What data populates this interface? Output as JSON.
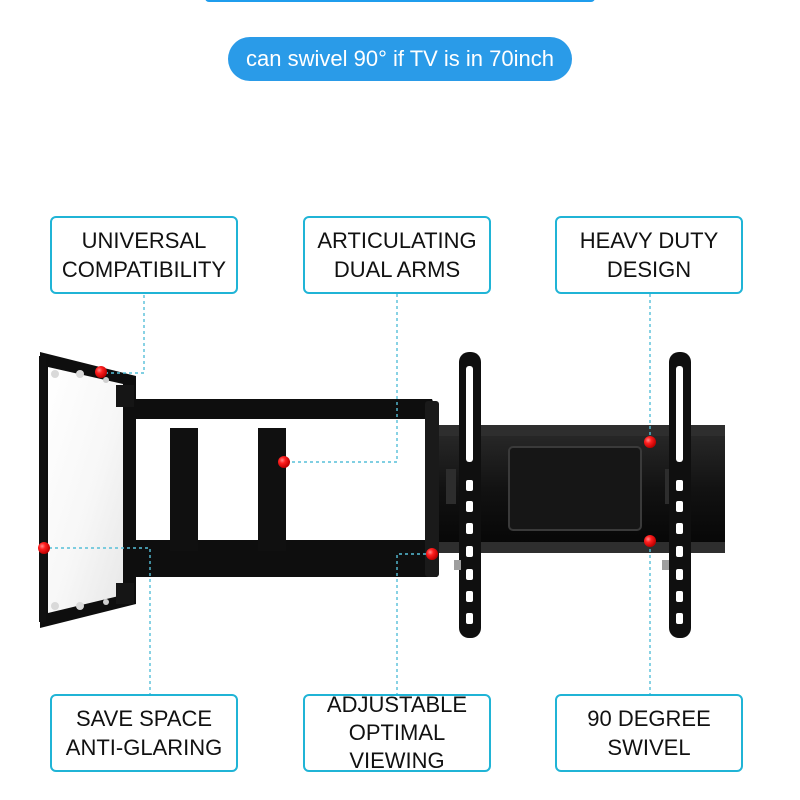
{
  "banner": {
    "text": "can swivel 90° if TV is in 70inch",
    "color": "#2A9BE8"
  },
  "features": {
    "universal_compatibility": {
      "line1": "UNIVERSAL",
      "line2": "COMPATIBILITY"
    },
    "articulating_dual_arms": {
      "line1": "ARTICULATING",
      "line2": "DUAL ARMS"
    },
    "heavy_duty_design": {
      "line1": "HEAVY DUTY",
      "line2": "DESIGN"
    },
    "save_space_anti_glaring": {
      "line1": "SAVE SPACE",
      "line2": "ANTI-GLARING"
    },
    "adjustable_optimal_viewing": {
      "line1": "ADJUSTABLE",
      "line2": "OPTIMAL",
      "line3": "VIEWING"
    },
    "swivel_90_degree": {
      "line1": "90 DEGREE",
      "line2": "SWIVEL"
    }
  },
  "colors": {
    "accent_border": "#20B4D6",
    "marker": "#E01818",
    "mount_black": "#111111"
  }
}
